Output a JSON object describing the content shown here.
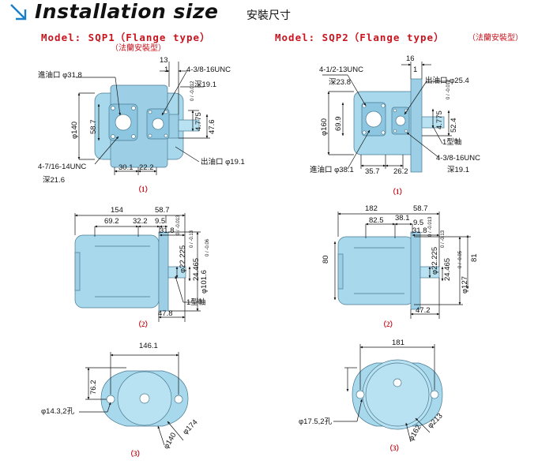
{
  "header": {
    "title": "Installation size",
    "title_cn": "安裝尺寸",
    "left_model": "Model: SQP1（Flange type）",
    "left_model_cn": "（法蘭安裝型）",
    "right_model": "Model: SQP2（Flange type）",
    "right_model_cn": "（法蘭安裝型）",
    "icon": "arrow-icon"
  },
  "colors": {
    "pump_body": "#a8d8ec",
    "pump_outline": "#4a7a90",
    "accent": "#c8141e"
  },
  "sqp1": {
    "fig1": {
      "label": "（1）",
      "d13": "13",
      "d1": "1",
      "thread_top": "4-3/8-16UNC",
      "depth_top": "深19.1",
      "inlet": "進油口 φ31.8",
      "d140": "φ140",
      "d587": "58.7",
      "tol_4775": "4.775",
      "tol_4775_sub": "0 / -0.012",
      "d476": "47.6",
      "outlet": "出油口 φ19.1",
      "thread_bot": "4-7/16-14UNC",
      "depth_bot": "深21.6",
      "d301": "30.1",
      "d222": "22.2"
    },
    "fig2": {
      "label": "（2）",
      "d154": "154",
      "d587": "58.7",
      "d692": "69.2",
      "d322": "32.2",
      "d95": "9.5",
      "d318": "31.8",
      "d22225": "φ22.225",
      "d22225_sub": "0 / -0.013",
      "d24465": "24.465",
      "d24465_sub": "0 / -0.13",
      "d1016": "φ101.6",
      "d1016_sub": "0 / -0.06",
      "shaft": "1型軸",
      "d478": "47.8"
    },
    "fig3": {
      "label": "（3）",
      "d1461": "146.1",
      "d762": "76.2",
      "holes": "φ14.3,2孔",
      "d174": "φ174",
      "d140": "φ140"
    }
  },
  "sqp2": {
    "fig1": {
      "label": "（1）",
      "thread_top": "4-1/2-13UNC",
      "depth_top": "深23.8",
      "d16": "16",
      "d1": "1",
      "outlet": "出油口 φ25.4",
      "tol_4775": "4.775",
      "tol_4775_sub": "0 / -0.012",
      "d160": "φ160",
      "d699": "69.9",
      "d524": "52.4",
      "shaft": "1型軸",
      "thread_bot": "4-3/8-16UNC",
      "depth_bot": "深19.1",
      "inlet": "進油口 φ38.1",
      "d357": "35.7",
      "d262": "26.2"
    },
    "fig2": {
      "label": "（2）",
      "d182": "182",
      "d587": "58.7",
      "d825": "82.5",
      "d381": "38.1",
      "d95": "9.5",
      "d318": "31.8",
      "d80": "80",
      "d81": "81",
      "d22225": "φ22.225",
      "d22225_sub": "0 / -0.013",
      "d24465": "24.465",
      "d24465_sub": "0 / -0.13",
      "d127": "φ127",
      "d127_sub": "0 / -0.05",
      "d472": "47.2"
    },
    "fig3": {
      "label": "（3）",
      "d181": "181",
      "holes": "φ17.5,2孔",
      "d213": "φ213",
      "d162": "φ162"
    }
  }
}
